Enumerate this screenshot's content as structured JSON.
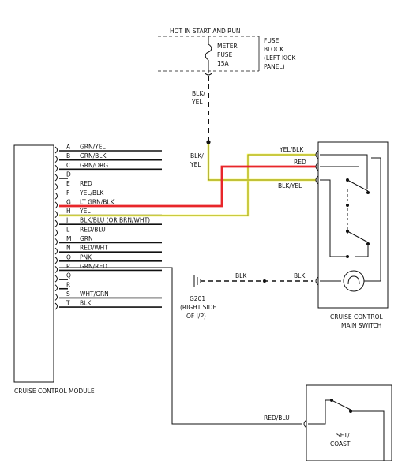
{
  "fuse": {
    "hot_label": "HOT IN START AND RUN",
    "fuse_lines": [
      "METER",
      "FUSE",
      "15A"
    ],
    "block_lines": [
      "FUSE",
      "BLOCK",
      "(LEFT KICK",
      "PANEL)"
    ],
    "feed_wire_lines": [
      "BLK/",
      "YEL"
    ]
  },
  "module": {
    "label": "CRUISE CONTROL MODULE",
    "pins": [
      {
        "pin": "A",
        "wire": "GRN/YEL"
      },
      {
        "pin": "B",
        "wire": "GRN/BLK"
      },
      {
        "pin": "C",
        "wire": "GRN/ORG"
      },
      {
        "pin": "D",
        "wire": ""
      },
      {
        "pin": "E",
        "wire": "RED"
      },
      {
        "pin": "F",
        "wire": "YEL/BLK"
      },
      {
        "pin": "G",
        "wire": "LT GRN/BLK"
      },
      {
        "pin": "H",
        "wire": "YEL"
      },
      {
        "pin": "J",
        "wire": "BLK/BLU (OR BRN/WHT)"
      },
      {
        "pin": "L",
        "wire": "RED/BLU"
      },
      {
        "pin": "M",
        "wire": "GRN"
      },
      {
        "pin": "N",
        "wire": "RED/WHT"
      },
      {
        "pin": "O",
        "wire": "PNK"
      },
      {
        "pin": "P",
        "wire": "GRN/RED"
      },
      {
        "pin": "Q",
        "wire": ""
      },
      {
        "pin": "R",
        "wire": ""
      },
      {
        "pin": "S",
        "wire": "WHT/GRN"
      },
      {
        "pin": "T",
        "wire": "BLK"
      }
    ]
  },
  "junction": {
    "label_lines": [
      "BLK/",
      "YEL"
    ]
  },
  "main_switch": {
    "label_lines": [
      "CRUISE CONTROL",
      "MAIN SWITCH"
    ],
    "wire_labels": {
      "yelblk": "YEL/BLK",
      "red": "RED",
      "blkyel": "BLK/YEL",
      "blk": "BLK"
    }
  },
  "ground": {
    "wire_label": "BLK",
    "label_lines": [
      "G201",
      "(RIGHT SIDE",
      "OF I/P)"
    ]
  },
  "set_coast": {
    "wire_label": "RED/BLU",
    "label_lines": [
      "SET/",
      "COAST"
    ]
  },
  "colors": {
    "red_wire": "#e8262a",
    "yellow_wire": "#f2f23a",
    "line": "#111111"
  }
}
